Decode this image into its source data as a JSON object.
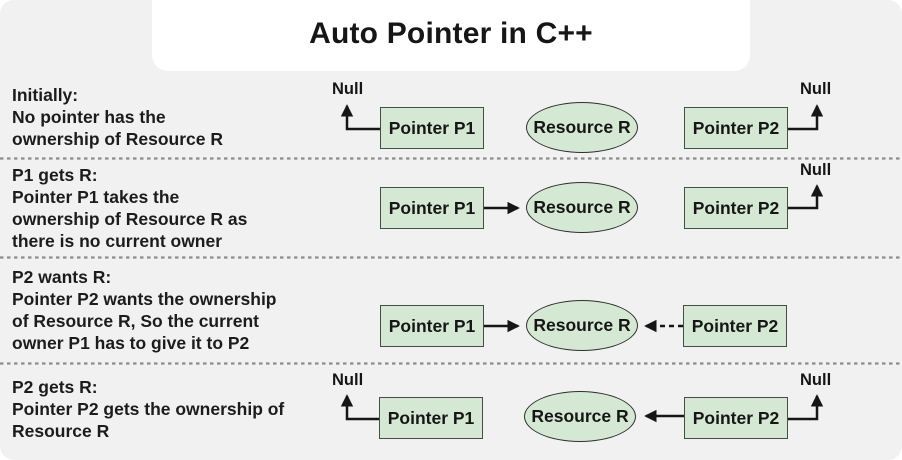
{
  "title": "Auto Pointer in C++",
  "null_label": "Null",
  "colors": {
    "background": "#f1f1f1",
    "node_fill": "#d5e8d4",
    "node_border": "#4a4a4a",
    "text": "#161616",
    "divider": "#8c8c8c"
  },
  "rows": [
    {
      "heading": "Initially:",
      "lines": [
        "No pointer has the",
        "ownership of Resource R"
      ],
      "p1_label": "Pointer P1",
      "resource_label": "Resource R",
      "p2_label": "Pointer P2",
      "p1_points_to": "Null",
      "p2_points_to": "Null"
    },
    {
      "heading": "P1 gets R:",
      "lines": [
        "Pointer P1 takes the",
        "ownership of Resource R as",
        "there is no current owner"
      ],
      "p1_label": "Pointer P1",
      "resource_label": "Resource R",
      "p2_label": "Pointer P2",
      "p1_points_to": "Resource R",
      "p2_points_to": "Null"
    },
    {
      "heading": "P2 wants R:",
      "lines": [
        "Pointer P2 wants the ownership",
        "of Resource R, So the current",
        "owner P1 has to give it to P2"
      ],
      "p1_label": "Pointer P1",
      "resource_label": "Resource R",
      "p2_label": "Pointer P2",
      "p1_points_to": "Resource R",
      "p2_points_to": "Resource R (requested, dashed)"
    },
    {
      "heading": "P2 gets R:",
      "lines": [
        "Pointer P2 gets the ownership of",
        "Resource R"
      ],
      "p1_label": "Pointer P1",
      "resource_label": "Resource R",
      "p2_label": "Pointer P2",
      "p1_points_to": "Null",
      "p2_points_to": "Resource R"
    }
  ]
}
